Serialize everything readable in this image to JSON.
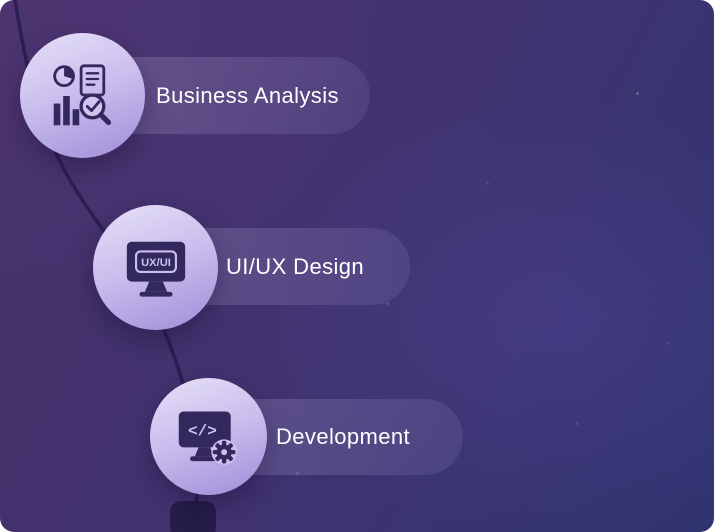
{
  "canvas": {
    "bg_gradient_start": "#47316a",
    "bg_gradient_end": "#303471",
    "curve_color": "#281d4d",
    "pill_color": "rgba(198,188,238,0.17)",
    "badge_gradient_start": "#e6e0f8",
    "badge_gradient_end": "#9d8ed8",
    "icon_color": "#33295e",
    "icon_light_color": "#cbc0ec",
    "label_color": "#ffffff"
  },
  "steps": [
    {
      "label": "Business Analysis",
      "icon": "business-analysis-icon"
    },
    {
      "label": "UI/UX Design",
      "icon": "uiux-design-icon",
      "screen_text": "UX/UI"
    },
    {
      "label": "Development",
      "icon": "development-icon",
      "screen_text": "</>"
    }
  ]
}
